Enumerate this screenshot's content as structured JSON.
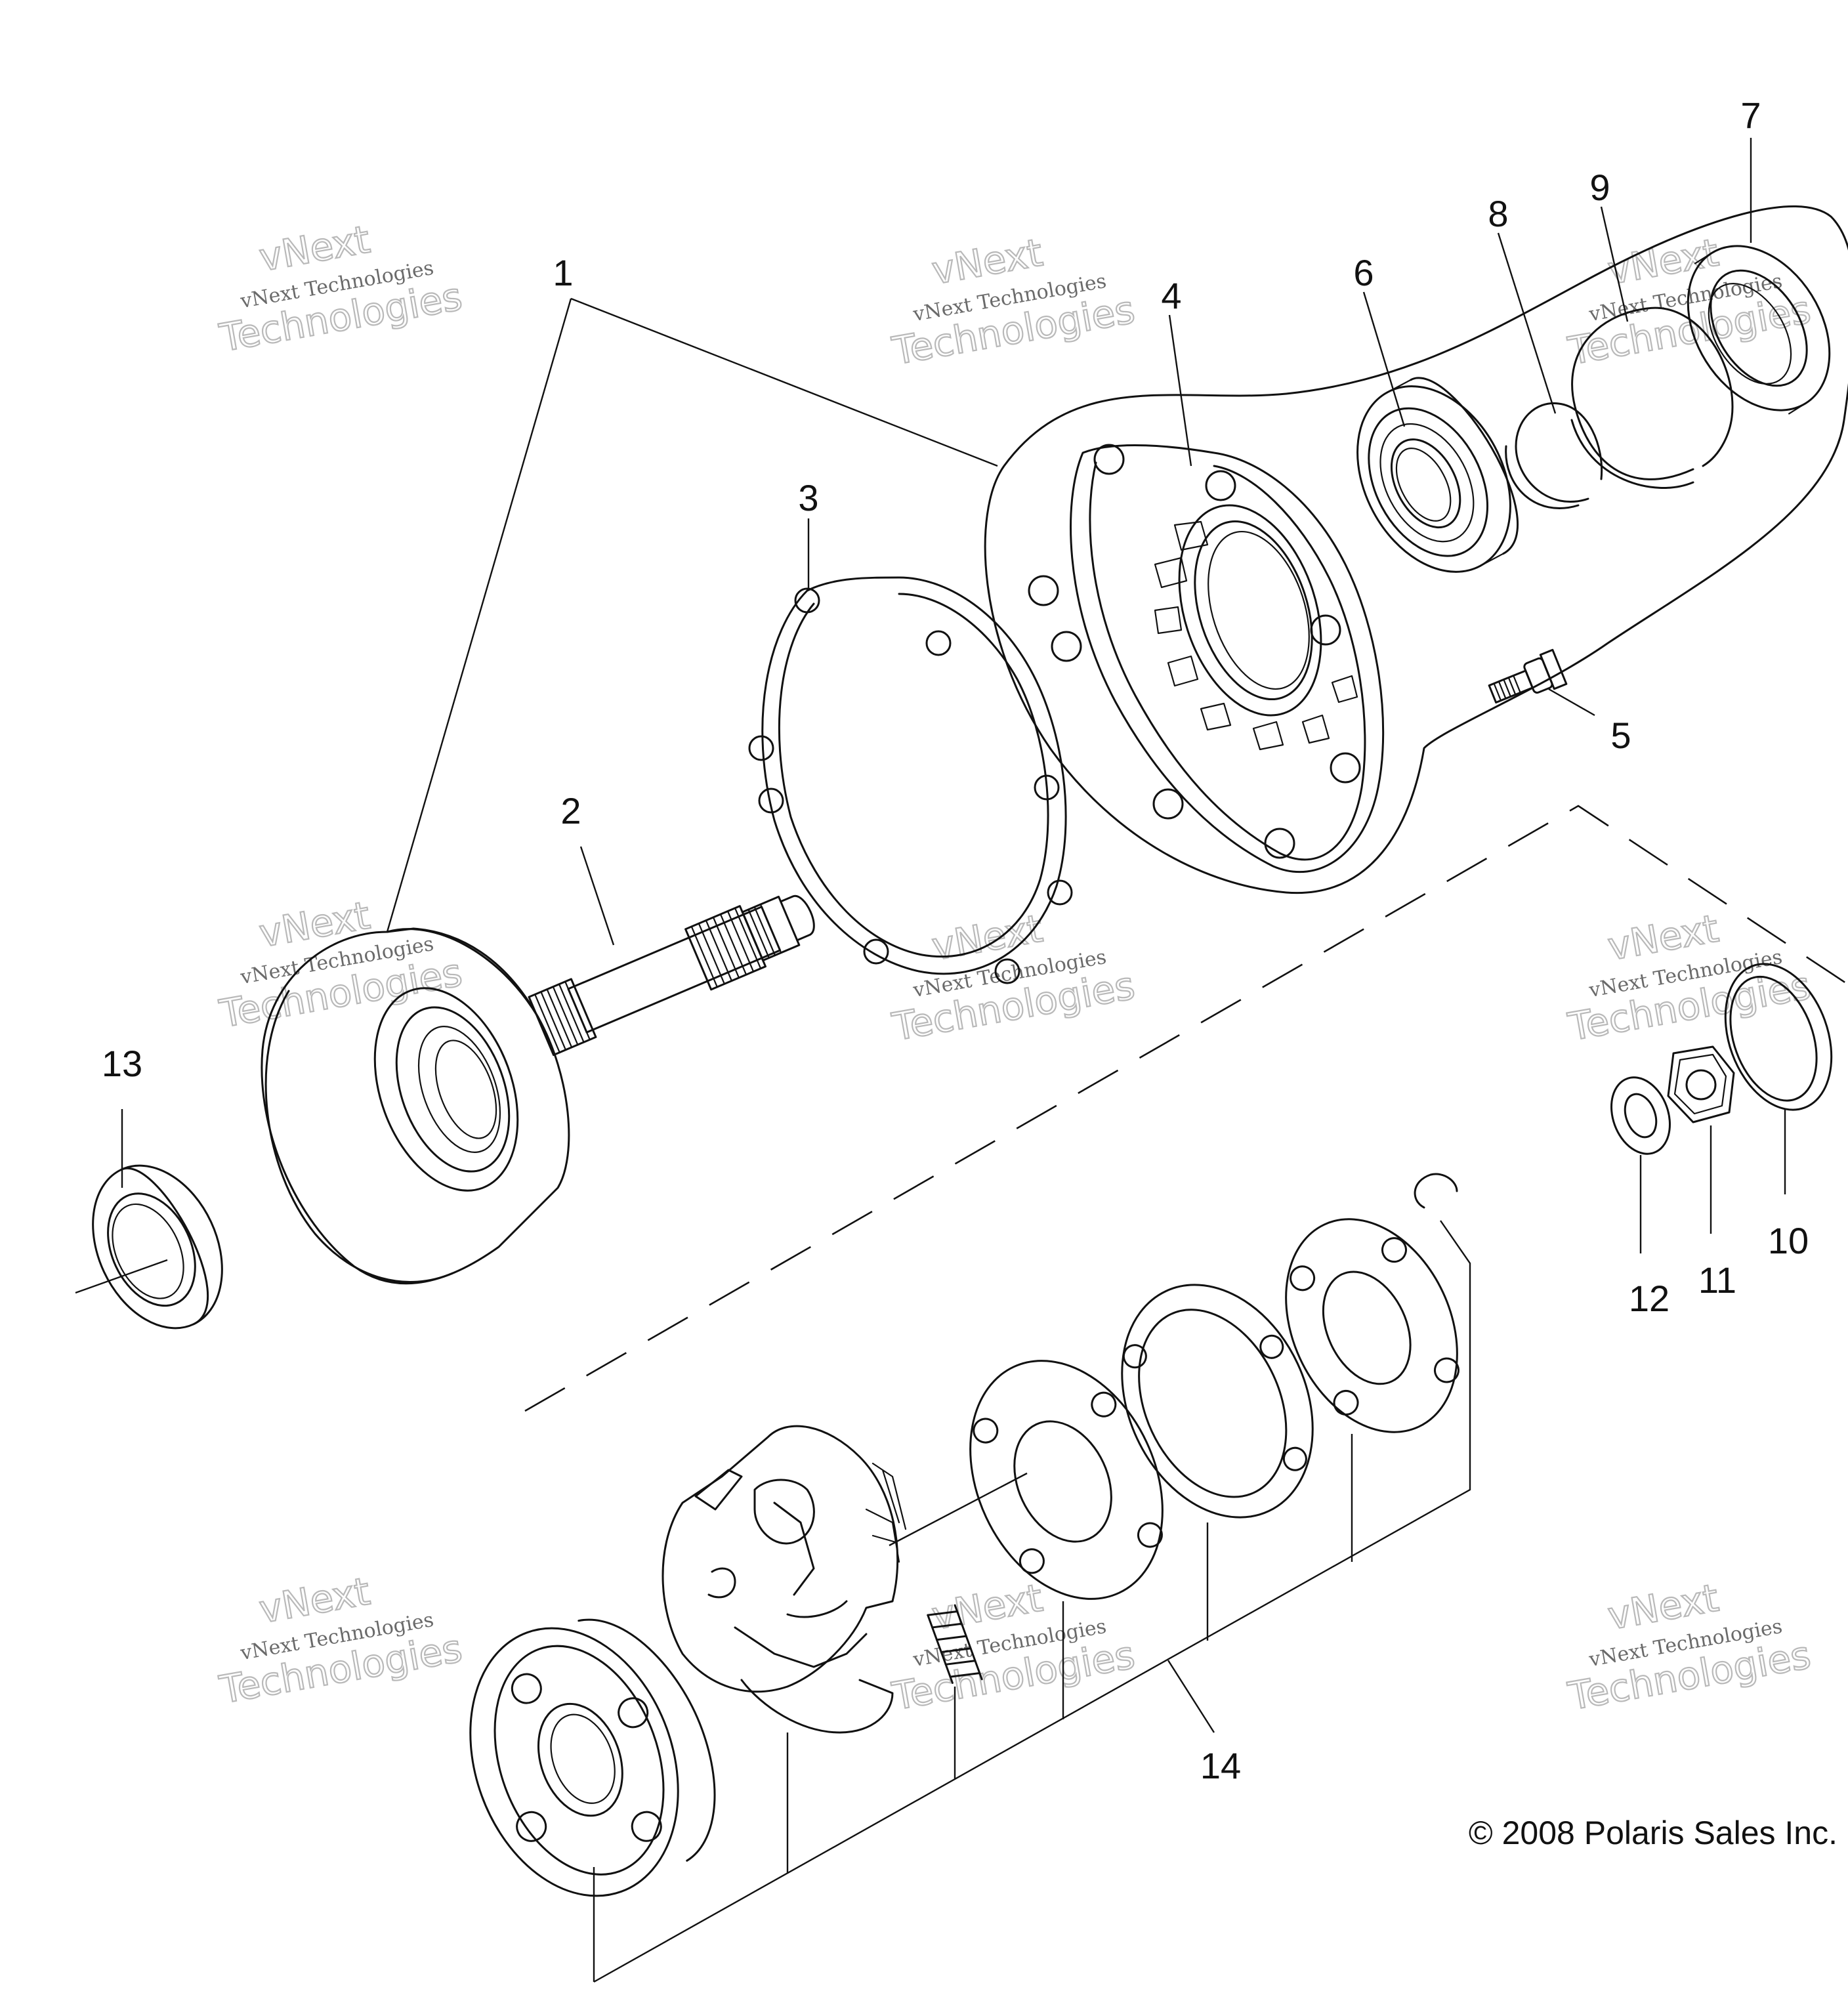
{
  "diagram": {
    "callouts": [
      {
        "id": "1",
        "label": "1"
      },
      {
        "id": "2",
        "label": "2"
      },
      {
        "id": "3",
        "label": "3"
      },
      {
        "id": "4",
        "label": "4"
      },
      {
        "id": "5",
        "label": "5"
      },
      {
        "id": "6",
        "label": "6"
      },
      {
        "id": "7",
        "label": "7"
      },
      {
        "id": "8",
        "label": "8"
      },
      {
        "id": "9",
        "label": "9"
      },
      {
        "id": "10",
        "label": "10"
      },
      {
        "id": "11",
        "label": "11"
      },
      {
        "id": "12",
        "label": "12"
      },
      {
        "id": "13",
        "label": "13"
      },
      {
        "id": "14",
        "label": "14"
      }
    ],
    "copyright": "© 2008 Polaris Sales Inc."
  },
  "watermark": {
    "line_small": "vNext Technologies",
    "line_big_1": "vNext",
    "line_big_2": "Technologies"
  },
  "colors": {
    "line": "#111111",
    "background": "#ffffff",
    "watermark": "#b9b9b9"
  }
}
